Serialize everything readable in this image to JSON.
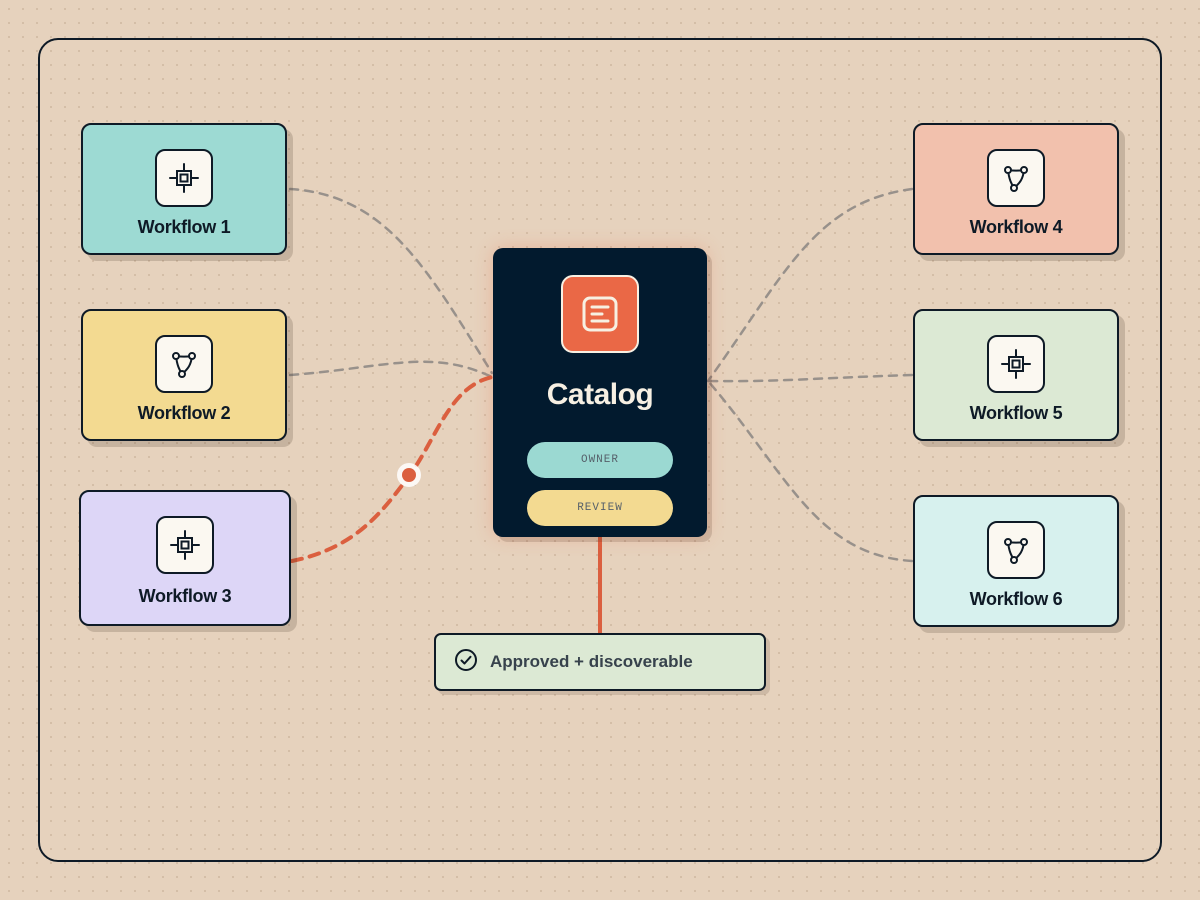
{
  "diagram": {
    "center": {
      "title": "Catalog",
      "icon": "document-list-icon",
      "pills": [
        {
          "label": "OWNER",
          "color": "#9bd9d2"
        },
        {
          "label": "REVIEW",
          "color": "#f3da91"
        }
      ]
    },
    "workflows": [
      {
        "label": "Workflow 1",
        "icon": "crop-target-icon",
        "color": "#9ddad3"
      },
      {
        "label": "Workflow 2",
        "icon": "branch-icon",
        "color": "#f3da91"
      },
      {
        "label": "Workflow 3",
        "icon": "crop-target-icon",
        "color": "#ddd6f7"
      },
      {
        "label": "Workflow 4",
        "icon": "branch-icon",
        "color": "#f2c1ad"
      },
      {
        "label": "Workflow 5",
        "icon": "crop-target-icon",
        "color": "#dce9d4"
      },
      {
        "label": "Workflow 6",
        "icon": "branch-icon",
        "color": "#d7f1ee"
      }
    ],
    "status": {
      "text": "Approved + discoverable",
      "icon": "check-circle-icon",
      "color": "#dce9d4"
    },
    "active_connection": "Workflow 3",
    "colors": {
      "background": "#e6d2bd",
      "ink": "#0e1a26",
      "center_card": "#021a2e",
      "accent": "#ea6846",
      "connector": "#98918b"
    }
  }
}
